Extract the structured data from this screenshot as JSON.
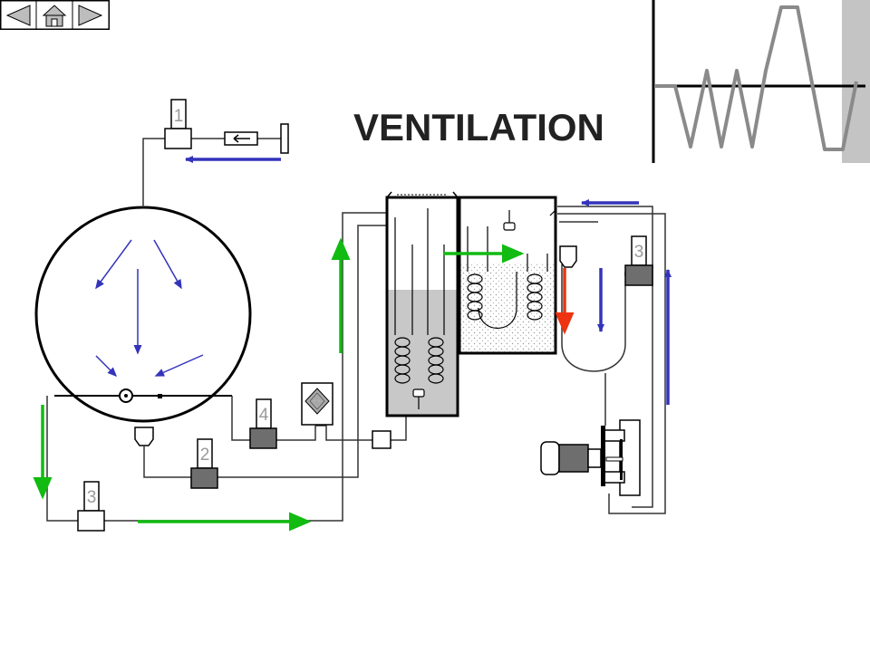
{
  "title": "VENTILATION",
  "nav": {
    "prev_icon": "triangle-left-icon",
    "home_icon": "home-icon",
    "next_icon": "triangle-right-icon"
  },
  "labels": {
    "valve_1": "1",
    "valve_2": "2",
    "valve_3_left": "3",
    "valve_3_right": "3",
    "valve_4": "4"
  },
  "colors": {
    "flow_blue": "#3333bb",
    "flow_green": "#11bb11",
    "flow_red": "#ee3311",
    "liquid_gray": "#c8c8c8",
    "valve_body": "#6e6e6e",
    "waveform": "#8a8a8a",
    "panel_gray": "#c4c4c4"
  }
}
